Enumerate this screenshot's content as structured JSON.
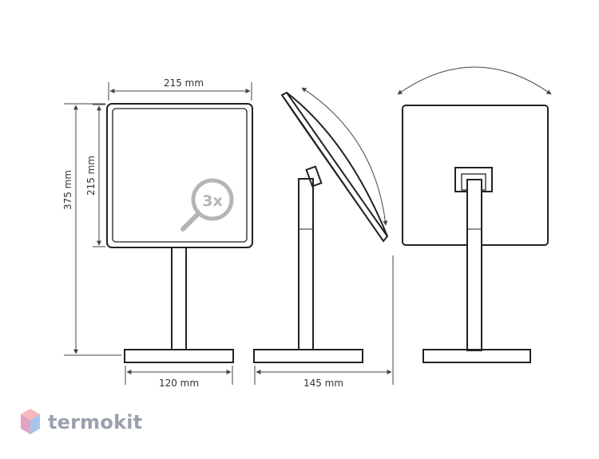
{
  "dimensions": {
    "mirror_width": "215 mm",
    "mirror_height": "215 mm",
    "total_height": "375 mm",
    "base_width": "120 mm",
    "base_depth": "145 mm"
  },
  "magnification": "3x",
  "brand": {
    "name": "termokit"
  },
  "colors": {
    "line": "#222222",
    "dim_line": "#444444",
    "brand_text": "#9aa1ad",
    "badge": "#b5b5b5"
  }
}
